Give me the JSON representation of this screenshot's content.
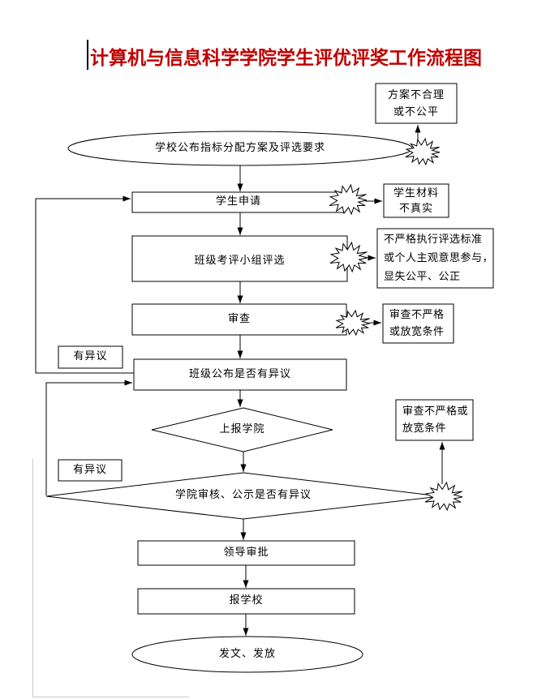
{
  "title": {
    "text": "计算机与信息科学学院学生评优评奖工作流程图"
  },
  "nodes": {
    "start": "学校公布指标分配方案及评选要求",
    "student_apply": "学生申请",
    "class_review": "班级考评小组评选",
    "review": "审查",
    "class_publish": "班级公布是否有异议",
    "report_college": "上报学院",
    "college_review": "学院审核、公示是否有异议",
    "leader_approve": "领导审批",
    "report_school": "报学校",
    "end": "发文、发放"
  },
  "annotations": {
    "plan_unfair": [
      "方案不合理",
      "或不公平"
    ],
    "material_untrue": [
      "学生材料",
      "不真实"
    ],
    "not_strict": [
      "不严格执行评选标准",
      "或个人主观意思参与，",
      "显失公平、公正"
    ],
    "review_lax_1": [
      "审查不严格",
      "或放宽条件"
    ],
    "review_lax_2": [
      "审查不严格或",
      "放宽条件"
    ],
    "objection_1": "有异议",
    "objection_2": "有异议"
  },
  "icons": {
    "burst": "explosion-burst-icon"
  },
  "colors": {
    "title_red": "#c00000",
    "line": "#000000",
    "background": "#ffffff"
  }
}
